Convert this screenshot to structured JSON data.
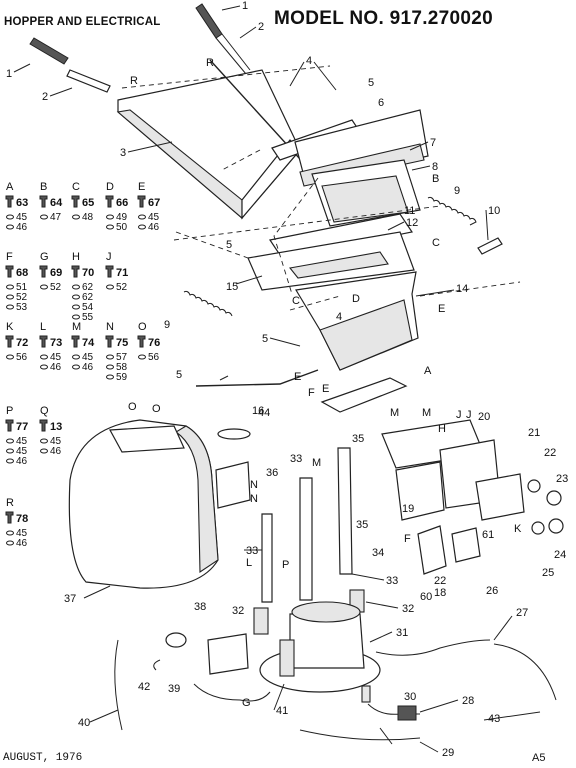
{
  "header": {
    "section_title": "HOPPER AND ELECTRICAL",
    "model": "MODEL NO. 917.270020"
  },
  "footer": {
    "date": "AUGUST, 1976",
    "page": "A5"
  },
  "hardware_legend": [
    {
      "key": "A",
      "main": "63",
      "subs": [
        "45",
        "46"
      ]
    },
    {
      "key": "B",
      "main": "64",
      "subs": [
        "47"
      ]
    },
    {
      "key": "C",
      "main": "65",
      "subs": [
        "48"
      ]
    },
    {
      "key": "D",
      "main": "66",
      "subs": [
        "49",
        "50"
      ]
    },
    {
      "key": "E",
      "main": "67",
      "subs": [
        "45",
        "46"
      ]
    },
    {
      "key": "F",
      "main": "68",
      "subs": [
        "51",
        "52",
        "53"
      ]
    },
    {
      "key": "G",
      "main": "69",
      "subs": [
        "52"
      ]
    },
    {
      "key": "H",
      "main": "70",
      "subs": [
        "62",
        "62",
        "54",
        "55"
      ]
    },
    {
      "key": "J",
      "main": "71",
      "subs": [
        "52"
      ]
    },
    {
      "key": "K",
      "main": "72",
      "subs": [
        "56"
      ]
    },
    {
      "key": "L",
      "main": "73",
      "subs": [
        "45",
        "46"
      ]
    },
    {
      "key": "M",
      "main": "74",
      "subs": [
        "45",
        "46"
      ]
    },
    {
      "key": "N",
      "main": "75",
      "subs": [
        "57",
        "58",
        "59"
      ]
    },
    {
      "key": "O",
      "main": "76",
      "subs": [
        "56"
      ]
    },
    {
      "key": "P",
      "main": "77",
      "subs": [
        "45",
        "45",
        "46"
      ]
    },
    {
      "key": "Q",
      "main": "13",
      "subs": [
        "45",
        "46"
      ]
    },
    {
      "key": "R",
      "main": "78",
      "subs": [
        "45",
        "46"
      ]
    }
  ],
  "callouts": {
    "c1a": "1",
    "c2a": "2",
    "cRa": "R",
    "c1b": "1",
    "c2b": "2",
    "cRb": "R",
    "c3": "3",
    "c4": "4",
    "c5a": "5",
    "c6": "6",
    "c7": "7",
    "c8": "8",
    "cB": "B",
    "c9a": "9",
    "c10": "10",
    "c11": "11",
    "c12": "12",
    "c5b": "5",
    "cC1": "C",
    "c15": "15",
    "c14": "14",
    "cC2": "C",
    "cD": "D",
    "c4b": "4",
    "cE1": "E",
    "c9b": "9",
    "c5c": "5",
    "c5d": "5",
    "cE2": "E",
    "cA": "A",
    "cF": "F",
    "cE3": "E",
    "c16": "16",
    "c44": "44",
    "cO1": "O",
    "cO2": "O",
    "c36": "36",
    "cN1": "N",
    "cN2": "N",
    "c33a": "33",
    "cM1": "M",
    "cM2": "M",
    "cM3": "M",
    "cH": "H",
    "cJ": "J",
    "cJ2": "J",
    "c20": "20",
    "c35a": "35",
    "c35b": "35",
    "c19": "19",
    "c21": "21",
    "c22": "22",
    "c23": "23",
    "cK": "K",
    "c24": "24",
    "c37": "37",
    "c33b": "33",
    "cL": "L",
    "cP": "P",
    "c33c": "33",
    "c34": "34",
    "c61": "61",
    "cF2": "F",
    "c22b": "22",
    "c18": "18",
    "c60": "60",
    "c26": "26",
    "c25": "25",
    "c32a": "32",
    "c32b": "32",
    "c31": "31",
    "c27": "27",
    "c38": "38",
    "c42": "42",
    "c39": "39",
    "cG": "G",
    "c40": "40",
    "c41": "41",
    "c30": "30",
    "c28": "28",
    "c43": "43",
    "c29": "29"
  }
}
